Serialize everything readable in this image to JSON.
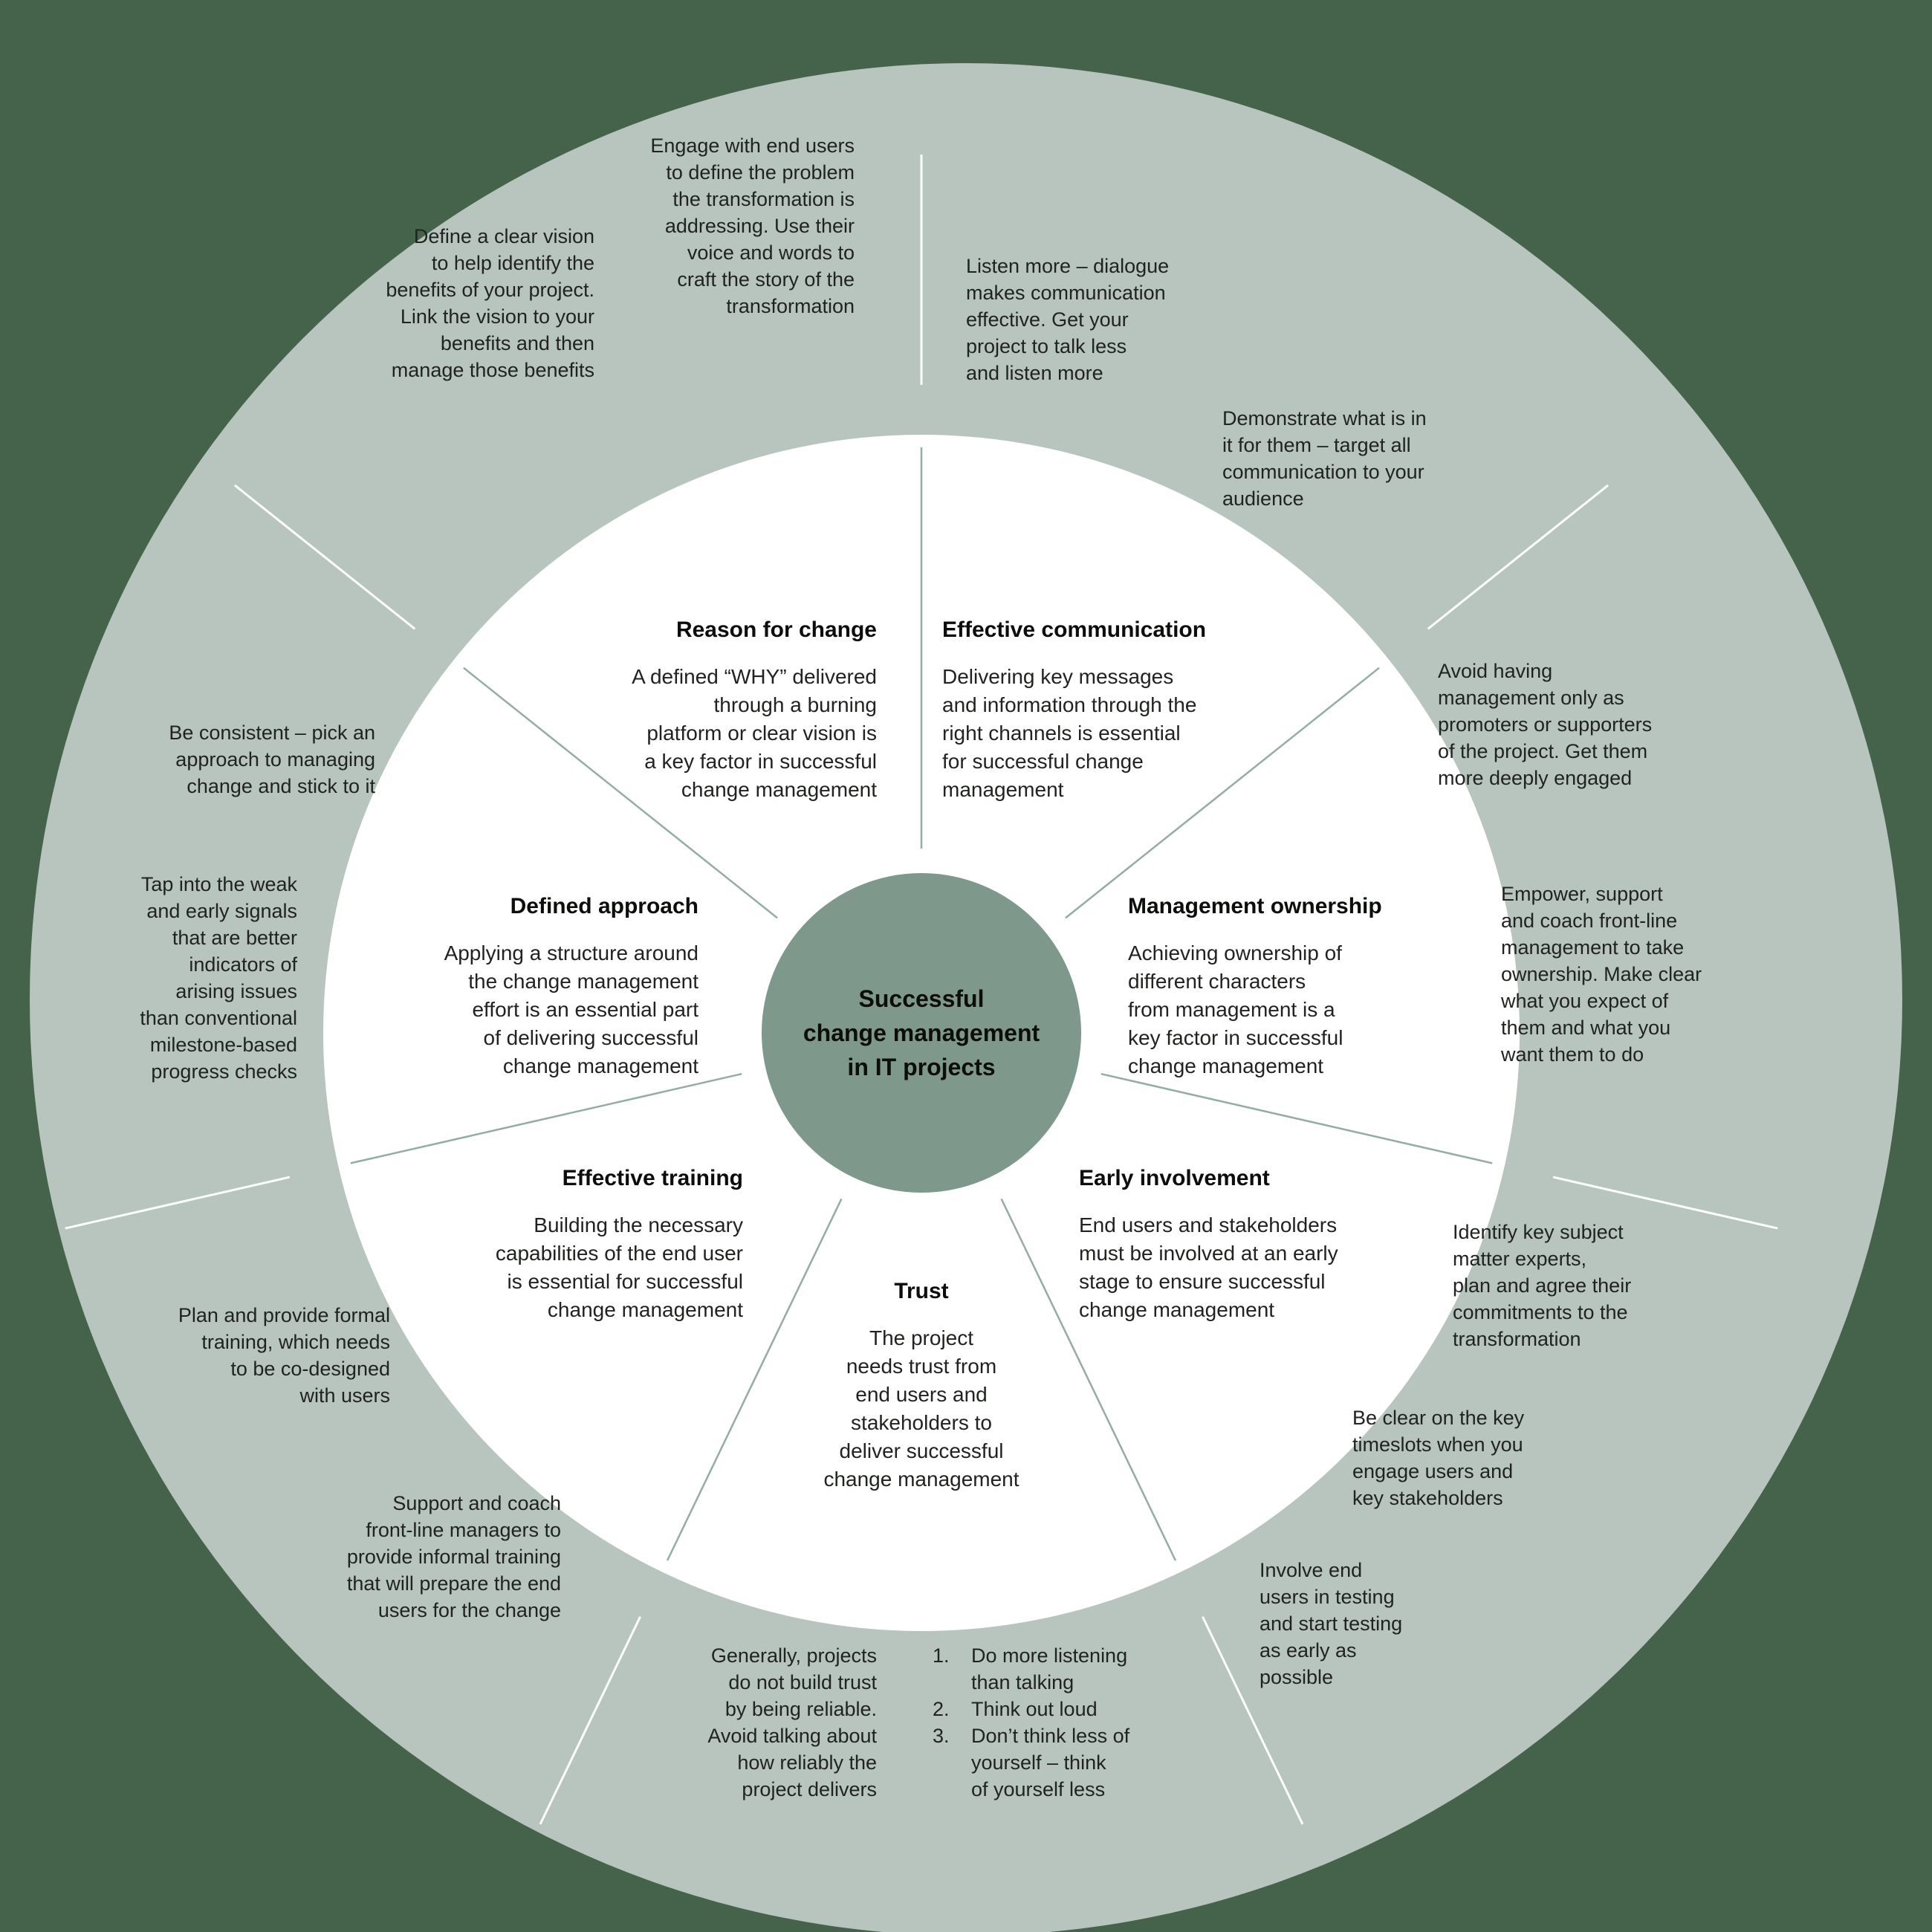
{
  "colors": {
    "background": "#45634a",
    "outer_ring": "#b8c5bf",
    "inner_ring": "#ffffff",
    "center_circle": "#7e988c",
    "inner_divider": "#94ada1",
    "outer_divider": "#ffffff",
    "text": "#20231f"
  },
  "center": {
    "title": "Successful\nchange management\nin IT projects"
  },
  "segments": [
    {
      "id": "reason-for-change",
      "heading": "Reason for change",
      "body": "A defined “WHY” delivered\nthrough a burning\nplatform or clear vision is\na key factor in successful\nchange management"
    },
    {
      "id": "effective-communication",
      "heading": "Effective communication",
      "body": "Delivering key messages\nand information through the\nright channels is essential\nfor successful change\nmanagement"
    },
    {
      "id": "management-ownership",
      "heading": "Management ownership",
      "body": "Achieving ownership of\ndifferent characters\nfrom management is a\nkey factor in successful\nchange management"
    },
    {
      "id": "early-involvement",
      "heading": "Early involvement",
      "body": "End users and stakeholders\nmust be involved at an early\nstage to ensure successful\nchange management"
    },
    {
      "id": "trust",
      "heading": "Trust",
      "body": "The project\nneeds trust from\nend users and\nstakeholders to\ndeliver successful\nchange management"
    },
    {
      "id": "effective-training",
      "heading": "Effective training",
      "body": "Building the necessary\ncapabilities of the end user\nis essential for successful\nchange management"
    },
    {
      "id": "defined-approach",
      "heading": "Defined approach",
      "body": "Applying a structure around\nthe change management\neffort is an essential part\nof delivering successful\nchange management"
    }
  ],
  "tips": [
    {
      "id": "define-vision",
      "text": "Define a clear vision\nto help identify the\nbenefits of your project.\nLink the vision to your\nbenefits and then\nmanage those benefits"
    },
    {
      "id": "engage-end-users",
      "text": "Engage with end users\nto define the problem\nthe transformation is\naddressing. Use their\nvoice and words to\ncraft the story of the\ntransformation"
    },
    {
      "id": "listen-more",
      "text": "Listen more – dialogue\nmakes communication\neffective. Get your\nproject to talk less\nand listen more"
    },
    {
      "id": "demonstrate-value",
      "text": "Demonstrate what is in\nit for them – target all\ncommunication to your\naudience"
    },
    {
      "id": "avoid-management-only",
      "text": "Avoid having\nmanagement only as\npromoters or supporters\nof the project. Get them\nmore deeply engaged"
    },
    {
      "id": "empower-coach-management",
      "text": "Empower, support\nand coach front-line\nmanagement to take\nownership. Make clear\nwhat you expect of\nthem and what you\nwant them to do"
    },
    {
      "id": "identify-experts",
      "text": "Identify key subject\nmatter experts,\nplan and agree their\ncommitments to the\ntransformation"
    },
    {
      "id": "key-timeslots",
      "text": "Be clear on the key\ntimeslots when you\nengage users and\nkey stakeholders"
    },
    {
      "id": "involve-users-testing",
      "text": "Involve end\nusers in testing\nand start testing\nas early as\npossible"
    },
    {
      "id": "trust-behaviours",
      "items": [
        {
          "num": "1.",
          "text": "Do more listening\nthan talking"
        },
        {
          "num": "2.",
          "text": "Think out loud"
        },
        {
          "num": "3.",
          "text": "Don’t think less of\nyourself – think\nof yourself less"
        }
      ]
    },
    {
      "id": "generally-projects",
      "text": "Generally, projects\ndo not build trust\nby being reliable.\nAvoid talking about\nhow reliably the\nproject delivers"
    },
    {
      "id": "support-coach-managers",
      "text": "Support and coach\nfront-line managers to\nprovide informal training\nthat will prepare the end\nusers for the change"
    },
    {
      "id": "plan-formal-training",
      "text": "Plan and provide formal\ntraining, which needs\nto be co-designed\nwith users"
    },
    {
      "id": "tap-weak-signals",
      "text": "Tap into the weak\nand early signals\nthat are better\nindicators of\narising issues\nthan conventional\nmilestone-based\nprogress checks"
    },
    {
      "id": "be-consistent",
      "text": "Be consistent – pick an\napproach to managing\nchange and stick to it"
    }
  ]
}
